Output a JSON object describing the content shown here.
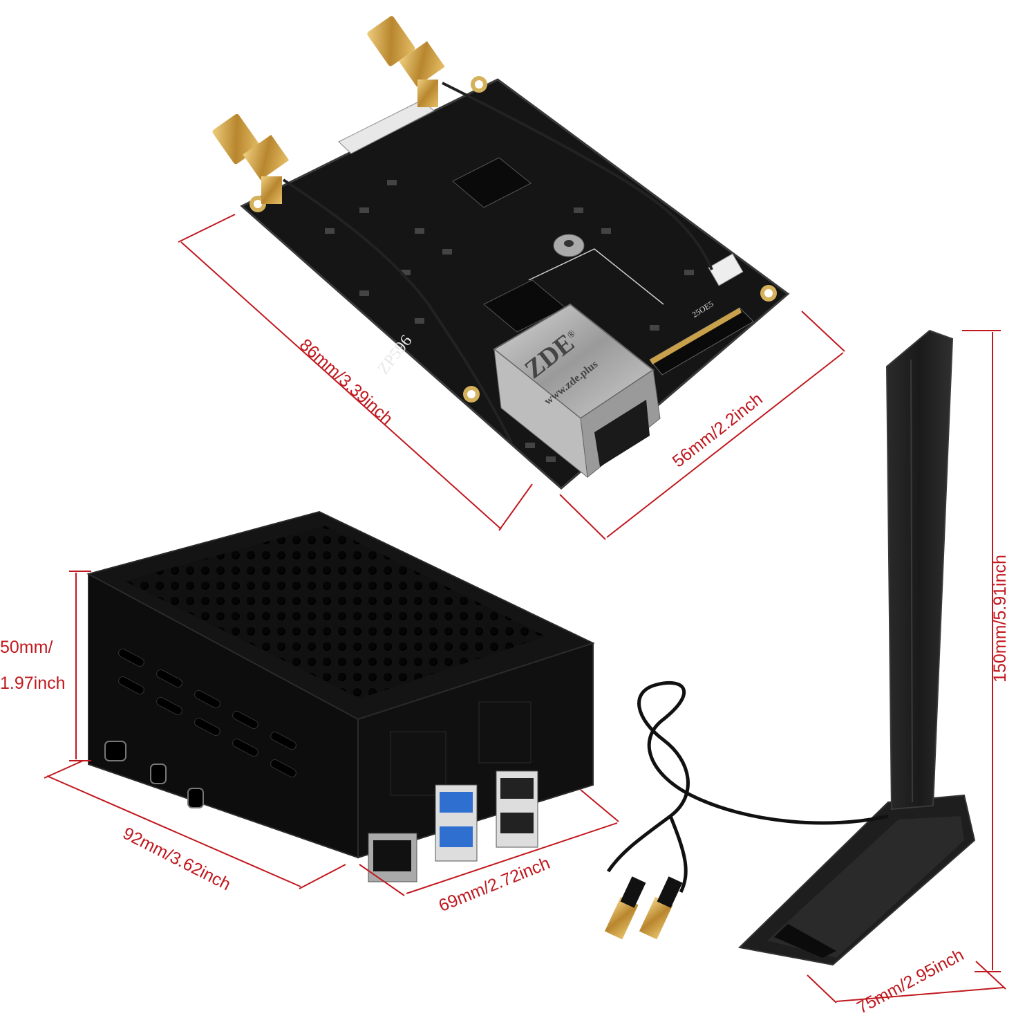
{
  "colors": {
    "dimension": "#c0181e",
    "pcb": "#141414",
    "gold": "#c9a14a",
    "case": "#0f0f0f",
    "usb3_blue": "#2f6fd0",
    "antenna": "#222222"
  },
  "dimensions": {
    "board_length": "86mm/3.39inch",
    "board_width": "56mm/2.2inch",
    "case_height_line1": "50mm/",
    "case_height_line2": "1.97inch",
    "case_length": "92mm/3.62inch",
    "case_width": "69mm/2.72inch",
    "antenna_height": "150mm/5.91inch",
    "antenna_base": "75mm/2.95inch"
  },
  "board": {
    "model": "ZP596",
    "brand": "ZDE",
    "brand_mark": "®",
    "website": "www.zde.plus",
    "slot_label": "25OE5"
  }
}
